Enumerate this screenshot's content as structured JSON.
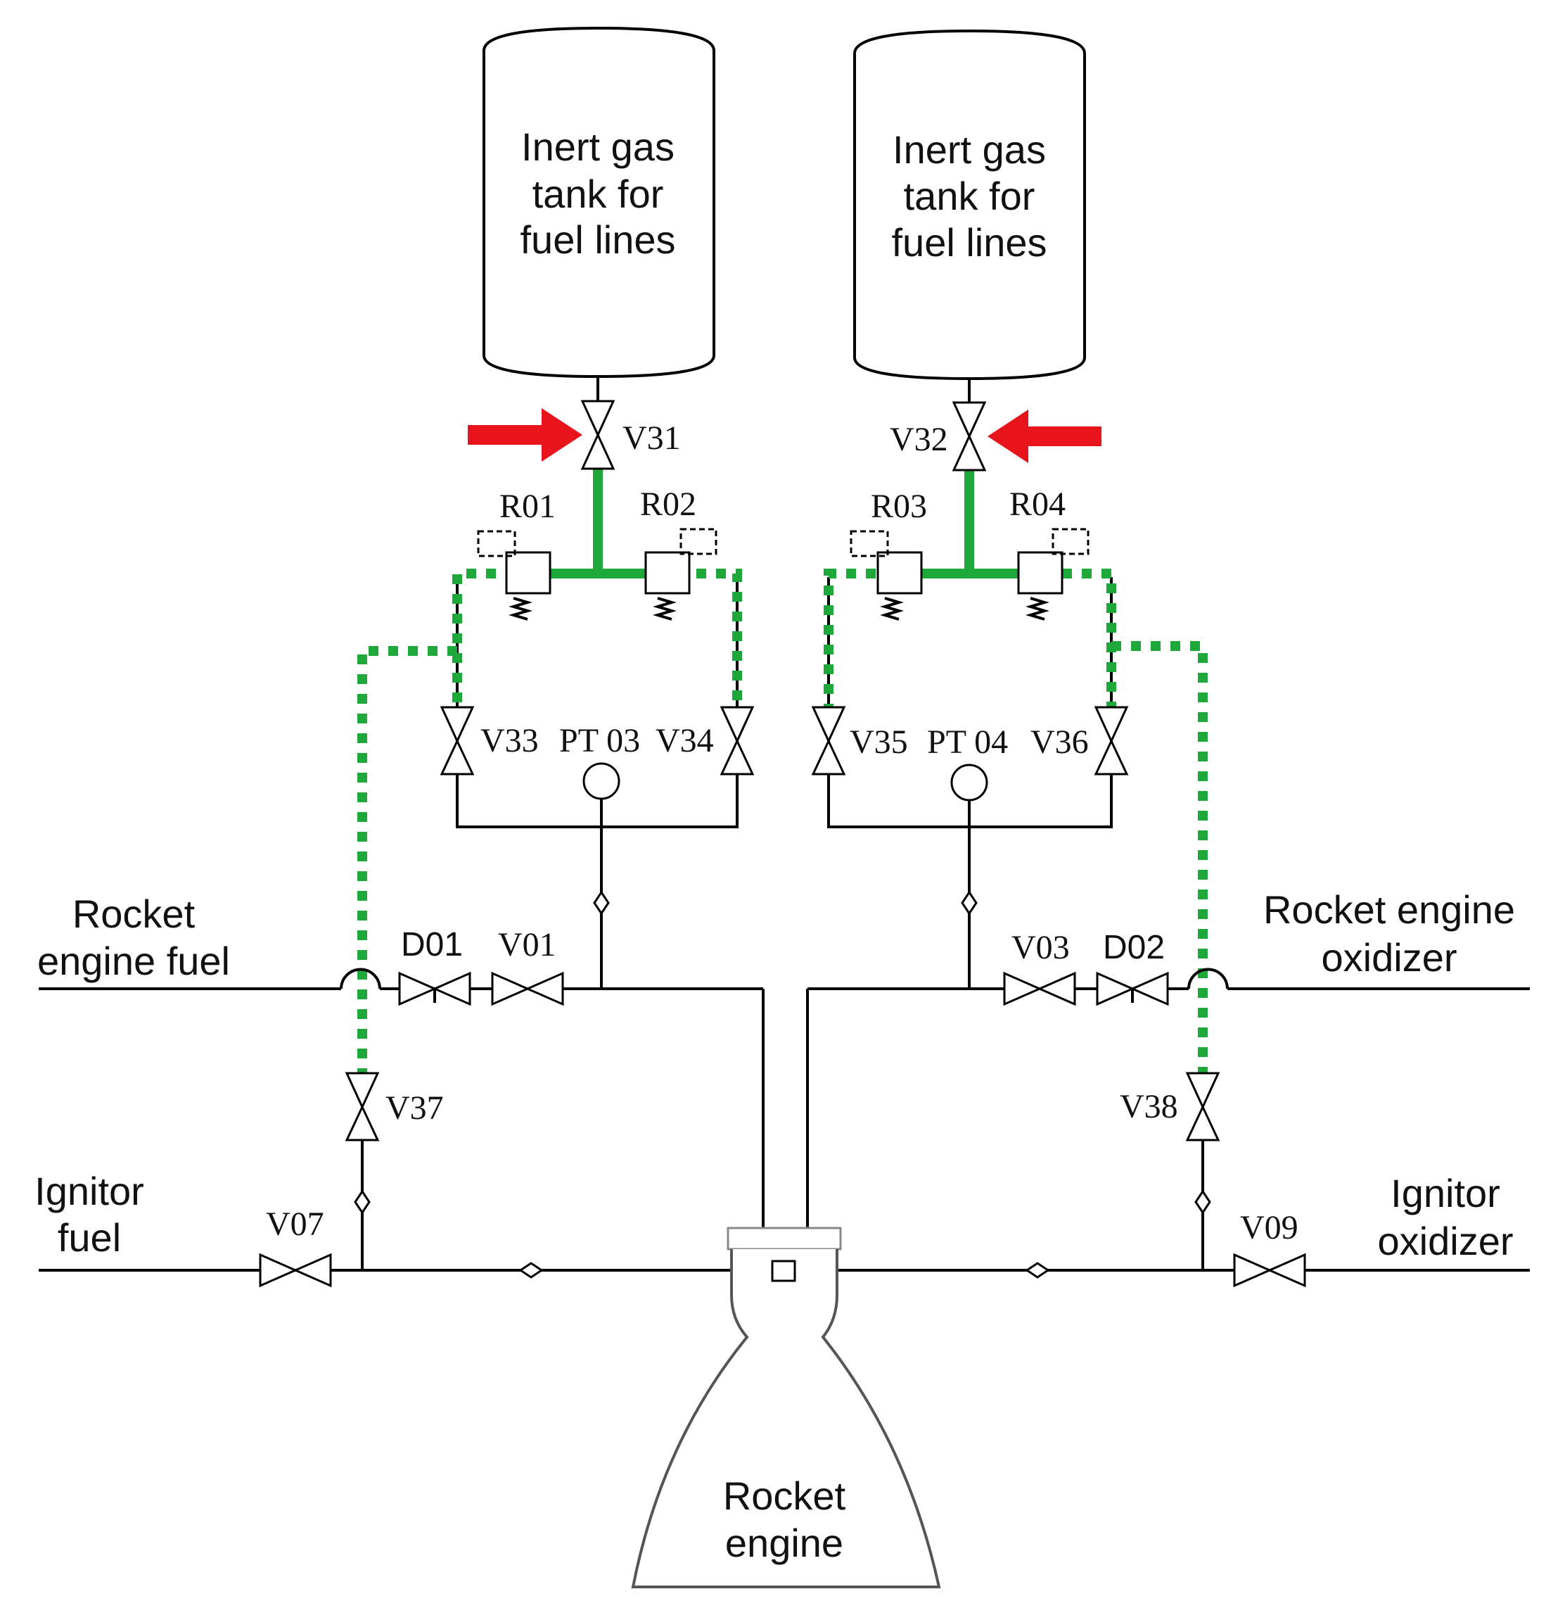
{
  "tanks": {
    "left": [
      "Inert gas",
      "tank for",
      "fuel lines"
    ],
    "right": [
      "Inert gas",
      "tank for",
      "fuel lines"
    ]
  },
  "valves": {
    "v31": "V31",
    "v32": "V32",
    "v33": "V33",
    "v34": "V34",
    "v35": "V35",
    "v36": "V36",
    "v37": "V37",
    "v38": "V38",
    "v01": "V01",
    "v03": "V03",
    "v07": "V07",
    "v09": "V09",
    "d01": "D01",
    "d02": "D02"
  },
  "regulators": {
    "r01": "R01",
    "r02": "R02",
    "r03": "R03",
    "r04": "R04"
  },
  "sensors": {
    "pt03": "PT 03",
    "pt04": "PT 04"
  },
  "lines": {
    "engine_fuel": [
      "Rocket",
      "engine fuel"
    ],
    "engine_oxidizer": [
      "Rocket engine",
      "oxidizer"
    ],
    "ignitor_fuel": [
      "Ignitor",
      "fuel"
    ],
    "ignitor_oxidizer": [
      "Ignitor",
      "oxidizer"
    ]
  },
  "engine": [
    "Rocket",
    "engine"
  ],
  "colors": {
    "highlight_line": "#1fa83a",
    "arrow": "#e8141b",
    "pipe": "#000000"
  }
}
